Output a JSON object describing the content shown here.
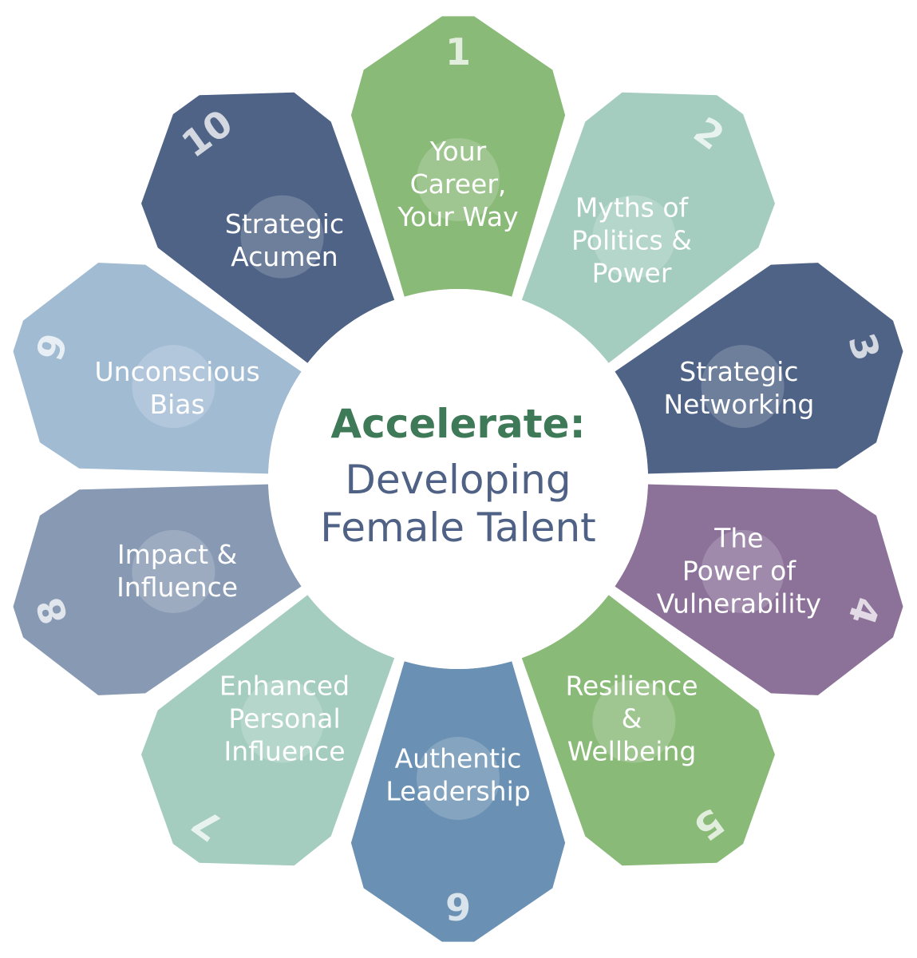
{
  "center": {
    "title": "Accelerate:",
    "subtitle_lines": [
      "Developing",
      "Female Talent"
    ],
    "title_color": "#3e7a57",
    "subtitle_color": "#4f6285"
  },
  "segments": [
    {
      "number": "1",
      "lines": [
        "Your",
        "Career,",
        "Your Way"
      ],
      "color": "#8aba78",
      "icon": "dna-swirl-icon"
    },
    {
      "number": "2",
      "lines": [
        "Myths of",
        "Politics &",
        "Power"
      ],
      "color": "#a5cdbf",
      "icon": "pointing-woman-icon"
    },
    {
      "number": "3",
      "lines": [
        "Strategic",
        "Networking"
      ],
      "color": "#4f6387",
      "icon": "target-rings-icon"
    },
    {
      "number": "4",
      "lines": [
        "The",
        "Power of",
        "Vulnerability"
      ],
      "color": "#8c7199",
      "icon": "leaves-icon"
    },
    {
      "number": "5",
      "lines": [
        "Resilience",
        "&",
        "Wellbeing"
      ],
      "color": "#8aba78",
      "icon": "butterfly-vine-icon"
    },
    {
      "number": "6",
      "lines": [
        "Authentic",
        "Leadership"
      ],
      "color": "#6a91b3",
      "icon": "flag-icon"
    },
    {
      "number": "7",
      "lines": [
        "Enhanced",
        "Personal",
        "Influence"
      ],
      "color": "#a5cdbf",
      "icon": "head-star-icon"
    },
    {
      "number": "8",
      "lines": [
        "Impact &",
        "Influence"
      ],
      "color": "#8799b3",
      "icon": "stars-icon"
    },
    {
      "number": "9",
      "lines": [
        "Unconscious",
        "Bias"
      ],
      "color": "#a1bbd3",
      "icon": "question-mark-icon"
    },
    {
      "number": "10",
      "lines": [
        "Strategic",
        "Acumen"
      ],
      "color": "#4f6387",
      "icon": "speech-bubble-icon"
    }
  ]
}
